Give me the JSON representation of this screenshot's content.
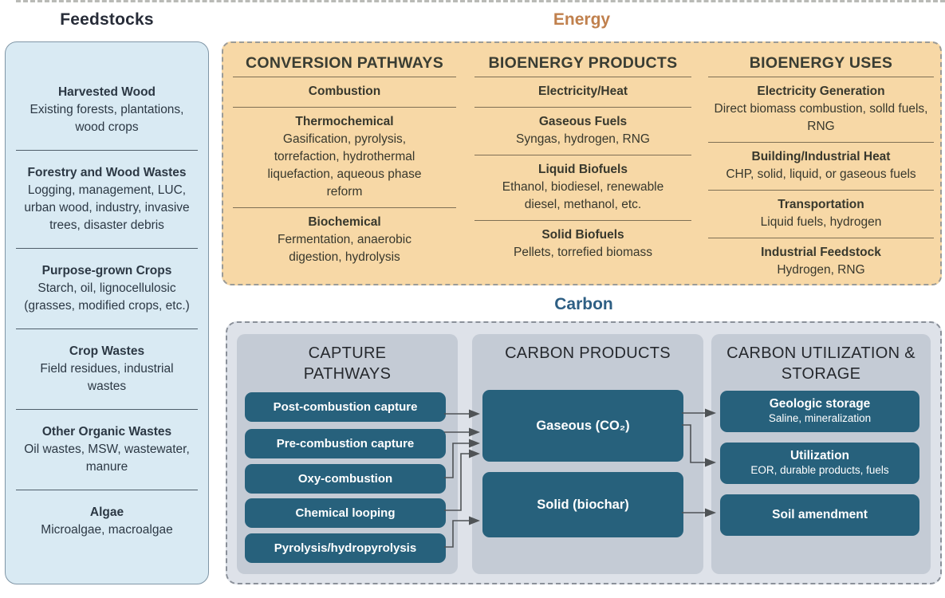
{
  "feedstocks": {
    "title": "Feedstocks",
    "groups": [
      {
        "name": "Harvested Wood",
        "detail": "Existing forests, plantations, wood crops"
      },
      {
        "name": "Forestry and Wood Wastes",
        "detail": "Logging, management, LUC, urban wood, industry, invasive trees, disaster debris"
      },
      {
        "name": "Purpose-grown Crops",
        "detail": "Starch, oil, lignocellulosic (grasses, modified crops, etc.)"
      },
      {
        "name": "Crop Wastes",
        "detail": "Field residues, industrial wastes"
      },
      {
        "name": "Other Organic Wastes",
        "detail": "Oil wastes, MSW, wastewater, manure"
      },
      {
        "name": "Algae",
        "detail": "Microalgae, macroalgae"
      }
    ]
  },
  "energy": {
    "title": "Energy",
    "columns": [
      {
        "header": "CONVERSION PATHWAYS",
        "entries": [
          {
            "name": "Combustion",
            "detail": ""
          },
          {
            "name": "Thermochemical",
            "detail": "Gasification, pyrolysis, torrefaction, hydrothermal liquefaction, aqueous phase reform"
          },
          {
            "name": "Biochemical",
            "detail": "Fermentation, anaerobic digestion, hydrolysis"
          }
        ]
      },
      {
        "header": "BIOENERGY PRODUCTS",
        "entries": [
          {
            "name": "Electricity/Heat",
            "detail": ""
          },
          {
            "name": "Gaseous Fuels",
            "detail": "Syngas, hydrogen, RNG"
          },
          {
            "name": "Liquid Biofuels",
            "detail": "Ethanol, biodiesel, renewable diesel, methanol, etc."
          },
          {
            "name": "Solid Biofuels",
            "detail": "Pellets, torrefied biomass"
          }
        ]
      },
      {
        "header": "BIOENERGY USES",
        "entries": [
          {
            "name": "Electricity Generation",
            "detail": "Direct biomass combustion, solld fuels, RNG"
          },
          {
            "name": "Building/Industrial Heat",
            "detail": "CHP, solid, liquid, or gaseous fuels"
          },
          {
            "name": "Transportation",
            "detail": "Liquid fuels, hydrogen"
          },
          {
            "name": "Industrial Feedstock",
            "detail": "Hydrogen, RNG"
          }
        ]
      }
    ]
  },
  "carbon": {
    "title": "Carbon",
    "capture": {
      "header": "CAPTURE PATHWAYS",
      "items": [
        "Post-combustion capture",
        "Pre-combustion capture",
        "Oxy-combustion",
        "Chemical looping",
        "Pyrolysis/hydropyrolysis"
      ]
    },
    "products": {
      "header": "CARBON PRODUCTS",
      "items": [
        {
          "name": "Gaseous (CO₂)"
        },
        {
          "name": "Solid (biochar)"
        }
      ]
    },
    "utilization": {
      "header": "CARBON UTILIZATION & STORAGE",
      "items": [
        {
          "name": "Geologic storage",
          "detail": "Saline, mineralization"
        },
        {
          "name": "Utilization",
          "detail": "EOR, durable products, fuels"
        },
        {
          "name": "Soil amendment",
          "detail": ""
        }
      ]
    }
  },
  "colors": {
    "feedstocks_bg": "#d9eaf3",
    "feedstocks_border": "#8096a6",
    "energy_bg": "#f7d8a6",
    "energy_heading": "#c0804d",
    "carbon_bg": "#dee2e9",
    "carbon_inner": "#c4cbd5",
    "carbon_heading": "#2e5f84",
    "node_teal": "#27617c",
    "node_text": "#ffffff",
    "arrow": "#4f5356"
  }
}
